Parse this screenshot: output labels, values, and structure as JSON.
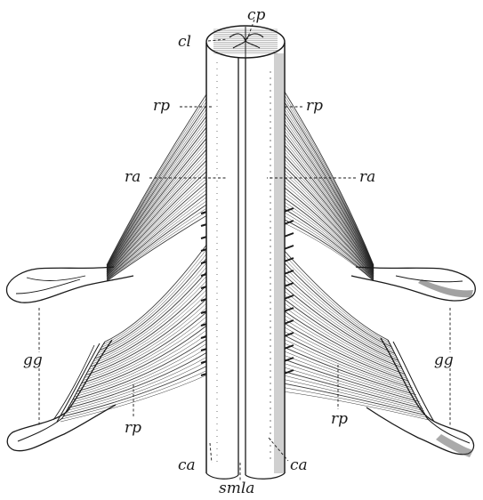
{
  "figure": {
    "labels": {
      "cp": "cp",
      "cl": "cl",
      "rp_upper_left": "rp",
      "rp_upper_right": "rp",
      "ra_left": "ra",
      "ra_right": "ra",
      "gg_left": "gg",
      "gg_right": "gg",
      "rp_lower_left": "rp",
      "rp_lower_right": "rp",
      "ca_left": "ca",
      "ca_right": "ca",
      "smla": "smla"
    }
  }
}
